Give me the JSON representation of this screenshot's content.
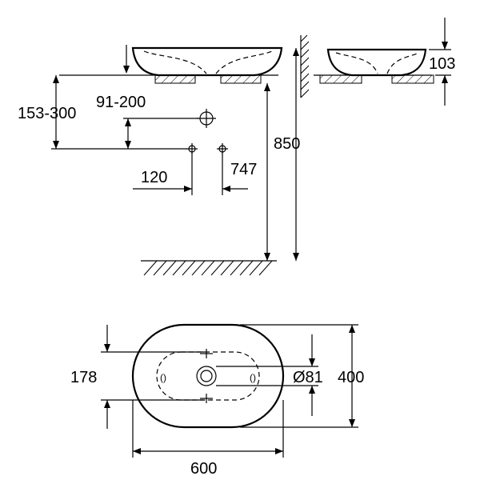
{
  "dimensions": {
    "drain_height": "153-300",
    "supply_height": "91-200",
    "supply_spacing": "120",
    "basin_top_height": "850",
    "support_height": "747",
    "basin_depth": "103",
    "inner_width": "178",
    "drain_diameter": "Ø81",
    "overall_depth": "400",
    "overall_width": "600"
  }
}
